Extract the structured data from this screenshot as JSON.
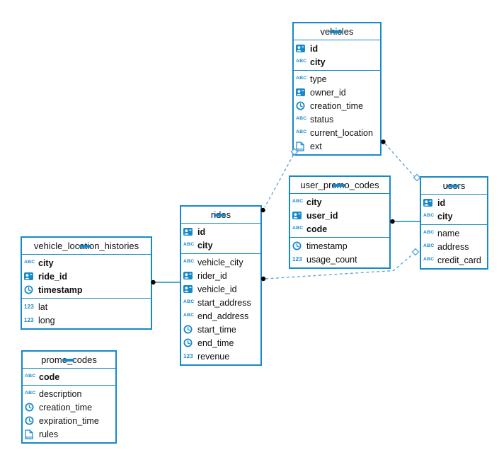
{
  "diagram": {
    "colors": {
      "table_border": "#1789c9",
      "icon_blue": "#1789c9",
      "relation_dashed": "#5ea8da",
      "relation_solid": "#1789c9",
      "marker_dot": "#000000",
      "marker_diamond_fill": "#ffffff",
      "background": "#ffffff",
      "text": "#111111"
    },
    "icon_glyphs": {
      "string": "ABC",
      "number": "123",
      "json": "JSON"
    },
    "tables": [
      {
        "key": "vehicles",
        "title": "vehicles",
        "primary_fields": [
          {
            "label": "id",
            "type": "uuid"
          },
          {
            "label": "city",
            "type": "string"
          }
        ],
        "fields": [
          {
            "label": "type",
            "type": "string"
          },
          {
            "label": "owner_id",
            "type": "uuid"
          },
          {
            "label": "creation_time",
            "type": "time"
          },
          {
            "label": "status",
            "type": "string"
          },
          {
            "label": "current_location",
            "type": "string"
          },
          {
            "label": "ext",
            "type": "json"
          }
        ]
      },
      {
        "key": "user_promo_codes",
        "title": "user_promo_codes",
        "primary_fields": [
          {
            "label": "city",
            "type": "string"
          },
          {
            "label": "user_id",
            "type": "uuid"
          },
          {
            "label": "code",
            "type": "string"
          }
        ],
        "fields": [
          {
            "label": "timestamp",
            "type": "time"
          },
          {
            "label": "usage_count",
            "type": "number"
          }
        ]
      },
      {
        "key": "users",
        "title": "users",
        "primary_fields": [
          {
            "label": "id",
            "type": "uuid"
          },
          {
            "label": "city",
            "type": "string"
          }
        ],
        "fields": [
          {
            "label": "name",
            "type": "string"
          },
          {
            "label": "address",
            "type": "string"
          },
          {
            "label": "credit_card",
            "type": "string"
          }
        ]
      },
      {
        "key": "rides",
        "title": "rides",
        "primary_fields": [
          {
            "label": "id",
            "type": "uuid"
          },
          {
            "label": "city",
            "type": "string"
          }
        ],
        "fields": [
          {
            "label": "vehicle_city",
            "type": "string"
          },
          {
            "label": "rider_id",
            "type": "uuid"
          },
          {
            "label": "vehicle_id",
            "type": "uuid"
          },
          {
            "label": "start_address",
            "type": "string"
          },
          {
            "label": "end_address",
            "type": "string"
          },
          {
            "label": "start_time",
            "type": "time"
          },
          {
            "label": "end_time",
            "type": "time"
          },
          {
            "label": "revenue",
            "type": "number"
          }
        ]
      },
      {
        "key": "vehicle_location_histories",
        "title": "vehicle_location_histories",
        "primary_fields": [
          {
            "label": "city",
            "type": "string"
          },
          {
            "label": "ride_id",
            "type": "uuid"
          },
          {
            "label": "timestamp",
            "type": "time"
          }
        ],
        "fields": [
          {
            "label": "lat",
            "type": "number"
          },
          {
            "label": "long",
            "type": "number"
          }
        ]
      },
      {
        "key": "promo_codes",
        "title": "promo_codes",
        "primary_fields": [
          {
            "label": "code",
            "type": "string"
          }
        ],
        "fields": [
          {
            "label": "description",
            "type": "string"
          },
          {
            "label": "creation_time",
            "type": "time"
          },
          {
            "label": "expiration_time",
            "type": "time"
          },
          {
            "label": "rules",
            "type": "json"
          }
        ]
      }
    ],
    "relations": [
      {
        "from": "rides",
        "from_marker": "dot",
        "to": "vehicles",
        "to_marker": "diamond",
        "style": "dashed"
      },
      {
        "from": "vehicles",
        "from_marker": "dot",
        "to": "users",
        "to_marker": "diamond",
        "style": "dashed"
      },
      {
        "from": "user_promo_codes",
        "from_marker": "dot",
        "to": "users",
        "to_marker": "edge",
        "style": "solid"
      },
      {
        "from": "rides",
        "from_marker": "dot",
        "to": "users",
        "to_marker": "diamond",
        "style": "dashed"
      },
      {
        "from": "vehicle_location_histories",
        "from_marker": "dot",
        "to": "rides",
        "to_marker": "edge",
        "style": "solid"
      }
    ]
  }
}
